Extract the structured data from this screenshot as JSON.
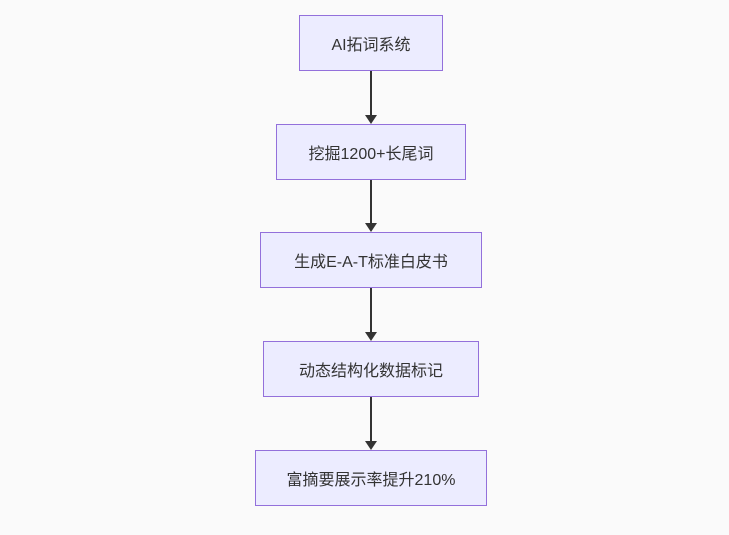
{
  "diagram": {
    "type": "flowchart",
    "direction": "top-down",
    "colors": {
      "background": "#fafafa",
      "node_fill": "#ECECFF",
      "node_border": "#9370DB",
      "node_text": "#333333",
      "arrow": "#333333"
    },
    "nodes": [
      {
        "id": "step-1",
        "label": "AI拓词系统"
      },
      {
        "id": "step-2",
        "label": "挖掘1200+长尾词"
      },
      {
        "id": "step-3",
        "label": "生成E-A-T标准白皮书"
      },
      {
        "id": "step-4",
        "label": "动态结构化数据标记"
      },
      {
        "id": "step-5",
        "label": "富摘要展示率提升210%"
      }
    ],
    "edges": [
      {
        "from": "step-1",
        "to": "step-2"
      },
      {
        "from": "step-2",
        "to": "step-3"
      },
      {
        "from": "step-3",
        "to": "step-4"
      },
      {
        "from": "step-4",
        "to": "step-5"
      }
    ]
  }
}
